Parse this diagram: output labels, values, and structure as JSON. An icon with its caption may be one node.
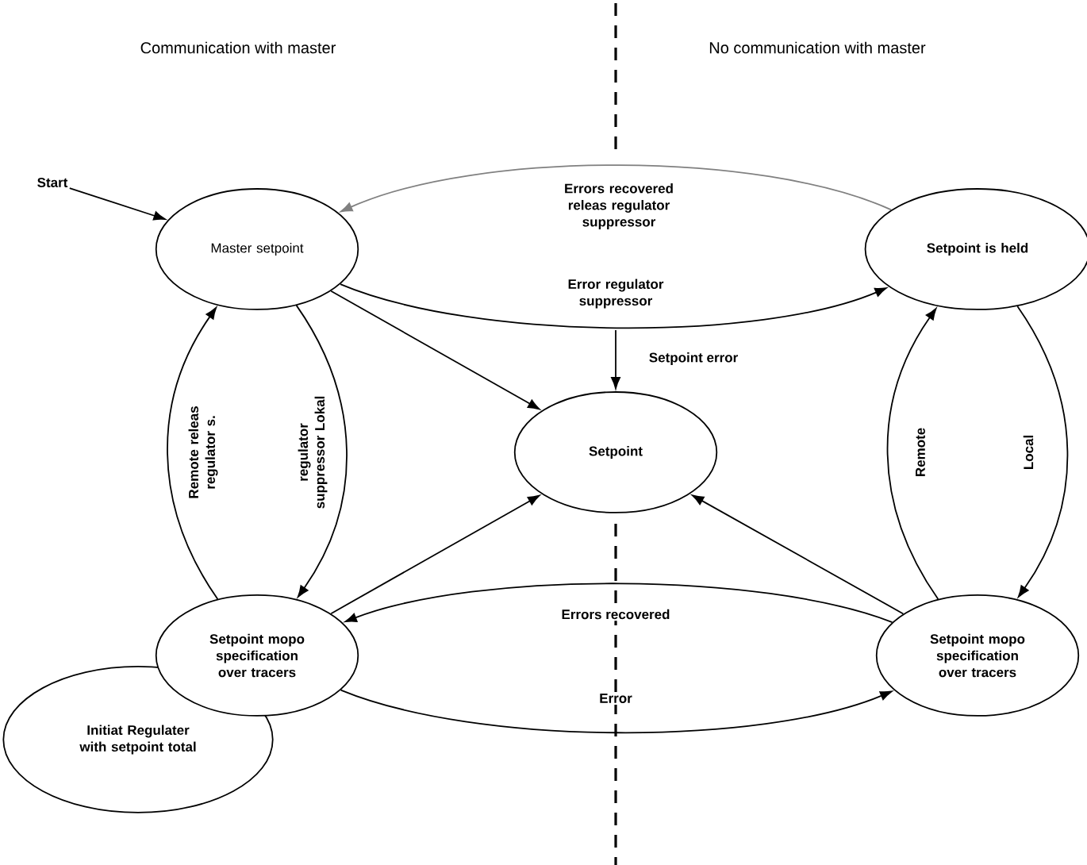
{
  "diagram": {
    "nodes": [
      {
        "text": [
          "Start"
        ]
      },
      {
        "text": [
          "Master setpoint"
        ]
      },
      {
        "text": [
          "Setpoint is held"
        ]
      },
      {
        "text": [
          "Setpoint"
        ]
      },
      {
        "text": [
          "Setpoint mopo specification over tracers"
        ]
      },
      {
        "text": [
          "Setpoint mopo specification over tracers"
        ]
      },
      {
        "text": [
          "Initiat Regulater with setpoint total"
        ]
      }
    ],
    "edges": [
      {
        "from": 0,
        "to": 1,
        "arrow": "to"
      },
      {
        "from": 2,
        "to": 1,
        "arrow": "to",
        "label": "Errors recovered releas regulator suppressor",
        "color": "#808080"
      },
      {
        "from": 1,
        "to": 2,
        "arrow": "to",
        "label": "Error regulator suppressor"
      },
      {
        "from": null,
        "to": 3,
        "arrow": "to",
        "label": "Setpoint error"
      },
      {
        "from": 1,
        "to": 3,
        "arrow": "to"
      },
      {
        "from": 4,
        "to": 1,
        "arrow": "to",
        "label": "Remote releas regulator s."
      },
      {
        "from": 1,
        "to": 4,
        "arrow": "to",
        "label": "regulator suppressor Lokal"
      },
      {
        "from": 4,
        "to": 3,
        "arrow": "to"
      },
      {
        "from": 5,
        "to": 3,
        "arrow": "to"
      },
      {
        "from": 4,
        "to": 5,
        "arrow": "to",
        "label": "Error"
      },
      {
        "from": 5,
        "to": 4,
        "arrow": "to",
        "label": "Errors recovered"
      },
      {
        "from": 5,
        "to": 2,
        "arrow": "to",
        "label": "Remote"
      },
      {
        "from": 2,
        "to": 5,
        "arrow": "to",
        "label": "Local"
      }
    ],
    "labels": [
      "Communication with master",
      "No communication with master"
    ]
  }
}
